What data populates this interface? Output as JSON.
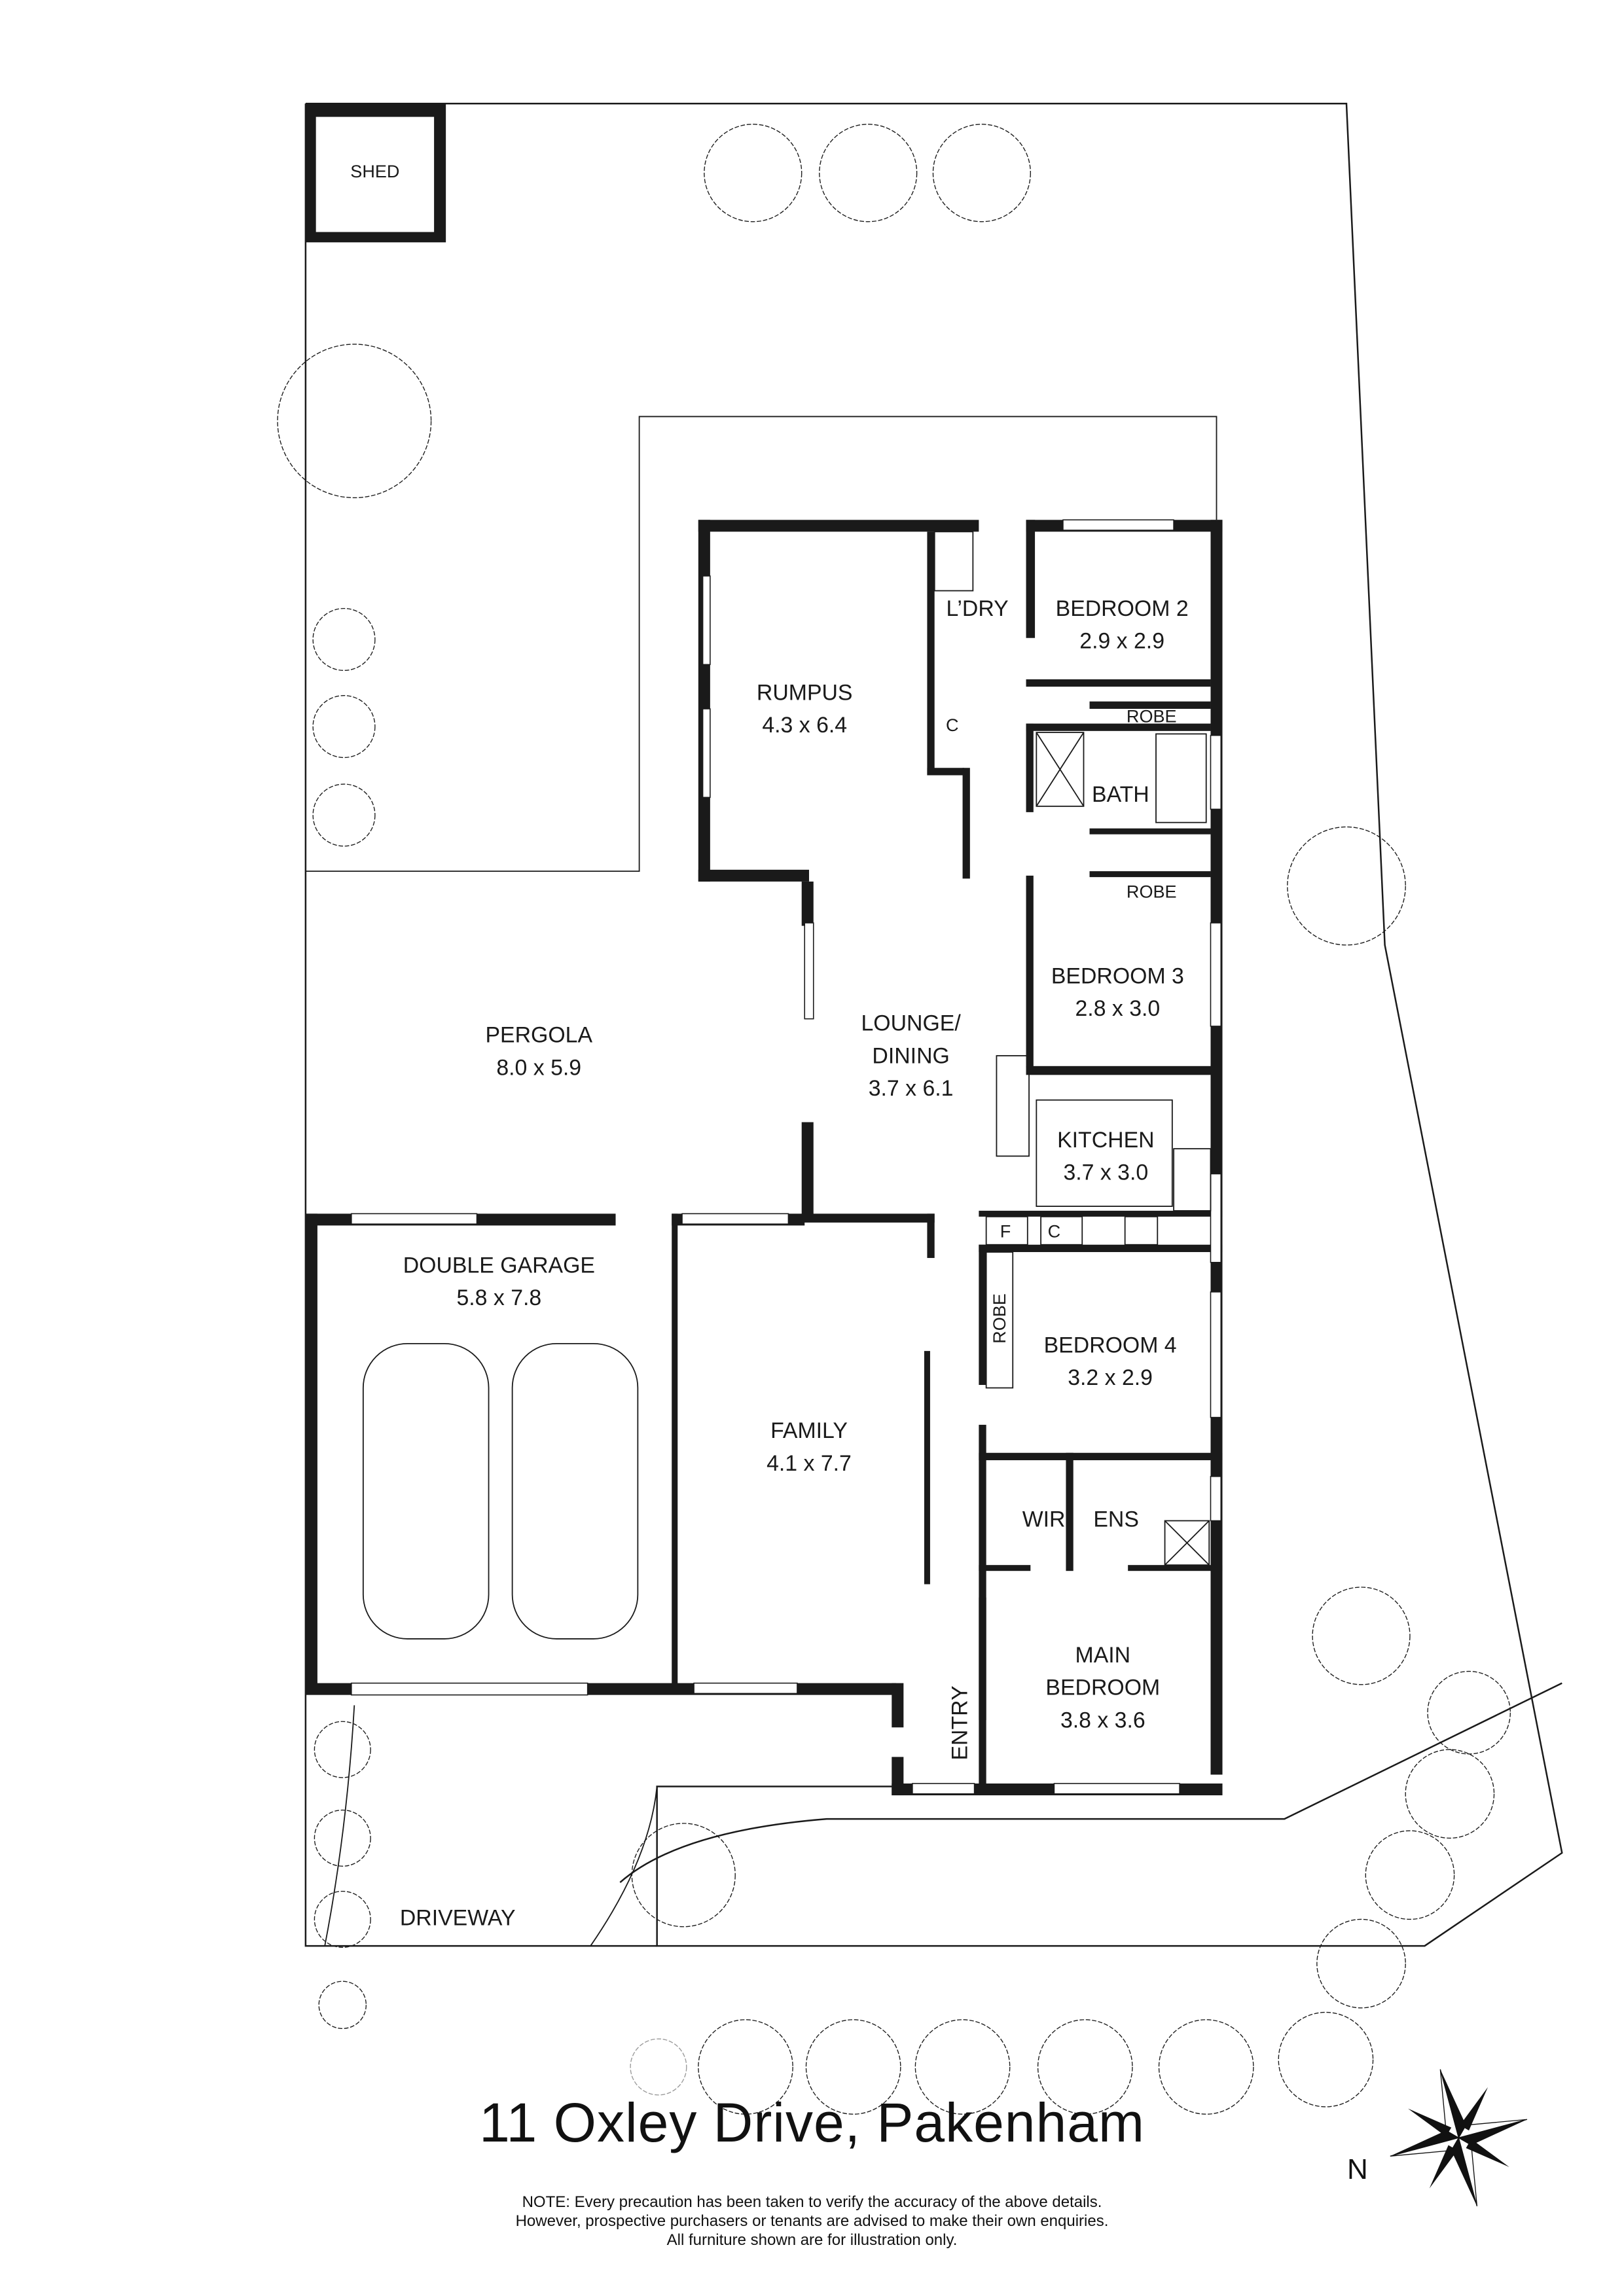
{
  "plan": {
    "address": "11 Oxley Drive, Pakenham",
    "note": [
      "NOTE: Every precaution has been taken to verify the accuracy of the above details.",
      "However, prospective purchasers or tenants are advised to make their own enquiries.",
      "All furniture shown are for illustration only."
    ],
    "compass_label": "N",
    "rooms": {
      "shed": {
        "name": "SHED"
      },
      "rumpus": {
        "name": "RUMPUS",
        "size": "4.3 x 6.4"
      },
      "laundry": {
        "name": "L’DRY"
      },
      "bedroom2": {
        "name": "BEDROOM 2",
        "size": "2.9 x 2.9"
      },
      "robe1": {
        "name": "ROBE"
      },
      "cupboard1": {
        "name": "C"
      },
      "bath": {
        "name": "BATH"
      },
      "robe2": {
        "name": "ROBE"
      },
      "bedroom3": {
        "name": "BEDROOM 3",
        "size": "2.8 x 3.0"
      },
      "pergola": {
        "name": "PERGOLA",
        "size": "8.0 x 5.9"
      },
      "lounge": {
        "name1": "LOUNGE/",
        "name2": "DINING",
        "size": "3.7 x 6.1"
      },
      "kitchen": {
        "name": "KITCHEN",
        "size": "3.7 x 3.0"
      },
      "fridge": {
        "name": "F"
      },
      "cupboard2": {
        "name": "C"
      },
      "garage": {
        "name": "DOUBLE GARAGE",
        "size": "5.8 x 7.8"
      },
      "family": {
        "name": "FAMILY",
        "size": "4.1 x 7.7"
      },
      "robe3": {
        "name": "ROBE"
      },
      "bedroom4": {
        "name": "BEDROOM 4",
        "size": "3.2 x 2.9"
      },
      "wir": {
        "name": "WIR"
      },
      "ens": {
        "name": "ENS"
      },
      "main": {
        "name1": "MAIN",
        "name2": "BEDROOM",
        "size": "3.8 x 3.6"
      },
      "entry": {
        "name": "ENTRY"
      },
      "driveway": {
        "name": "DRIVEWAY"
      }
    }
  }
}
